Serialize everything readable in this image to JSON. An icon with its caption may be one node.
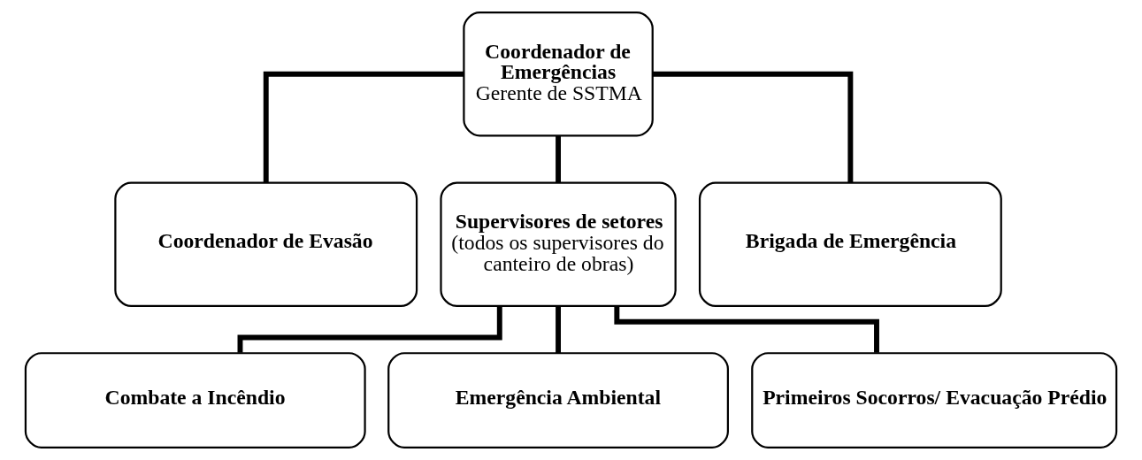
{
  "diagram": {
    "nodes": [
      {
        "text": [
          "Coordenador de Emergências",
          "Gerente de SSTMA"
        ]
      },
      {
        "text": [
          "Coordenador de Evasão"
        ]
      },
      {
        "text": [
          "Brigada de Emergência"
        ]
      },
      {
        "text": [
          "Supervisores de setores",
          "(todos os supervisores do canteiro de obras)"
        ]
      },
      {
        "text": [
          "Combate a Incêndio"
        ]
      },
      {
        "text": [
          "Emergência Ambiental"
        ]
      },
      {
        "text": [
          "Primeiros Socorros/ Evacuação Prédio"
        ]
      }
    ],
    "edges": [
      {
        "from": 0,
        "to": 1,
        "arrow": "none"
      },
      {
        "from": 0,
        "to": 2,
        "arrow": "none"
      },
      {
        "from": 0,
        "to": 3,
        "arrow": "none"
      },
      {
        "from": 3,
        "to": 4,
        "arrow": "none"
      },
      {
        "from": 3,
        "to": 5,
        "arrow": "none"
      },
      {
        "from": 3,
        "to": 6,
        "arrow": "none"
      }
    ]
  }
}
